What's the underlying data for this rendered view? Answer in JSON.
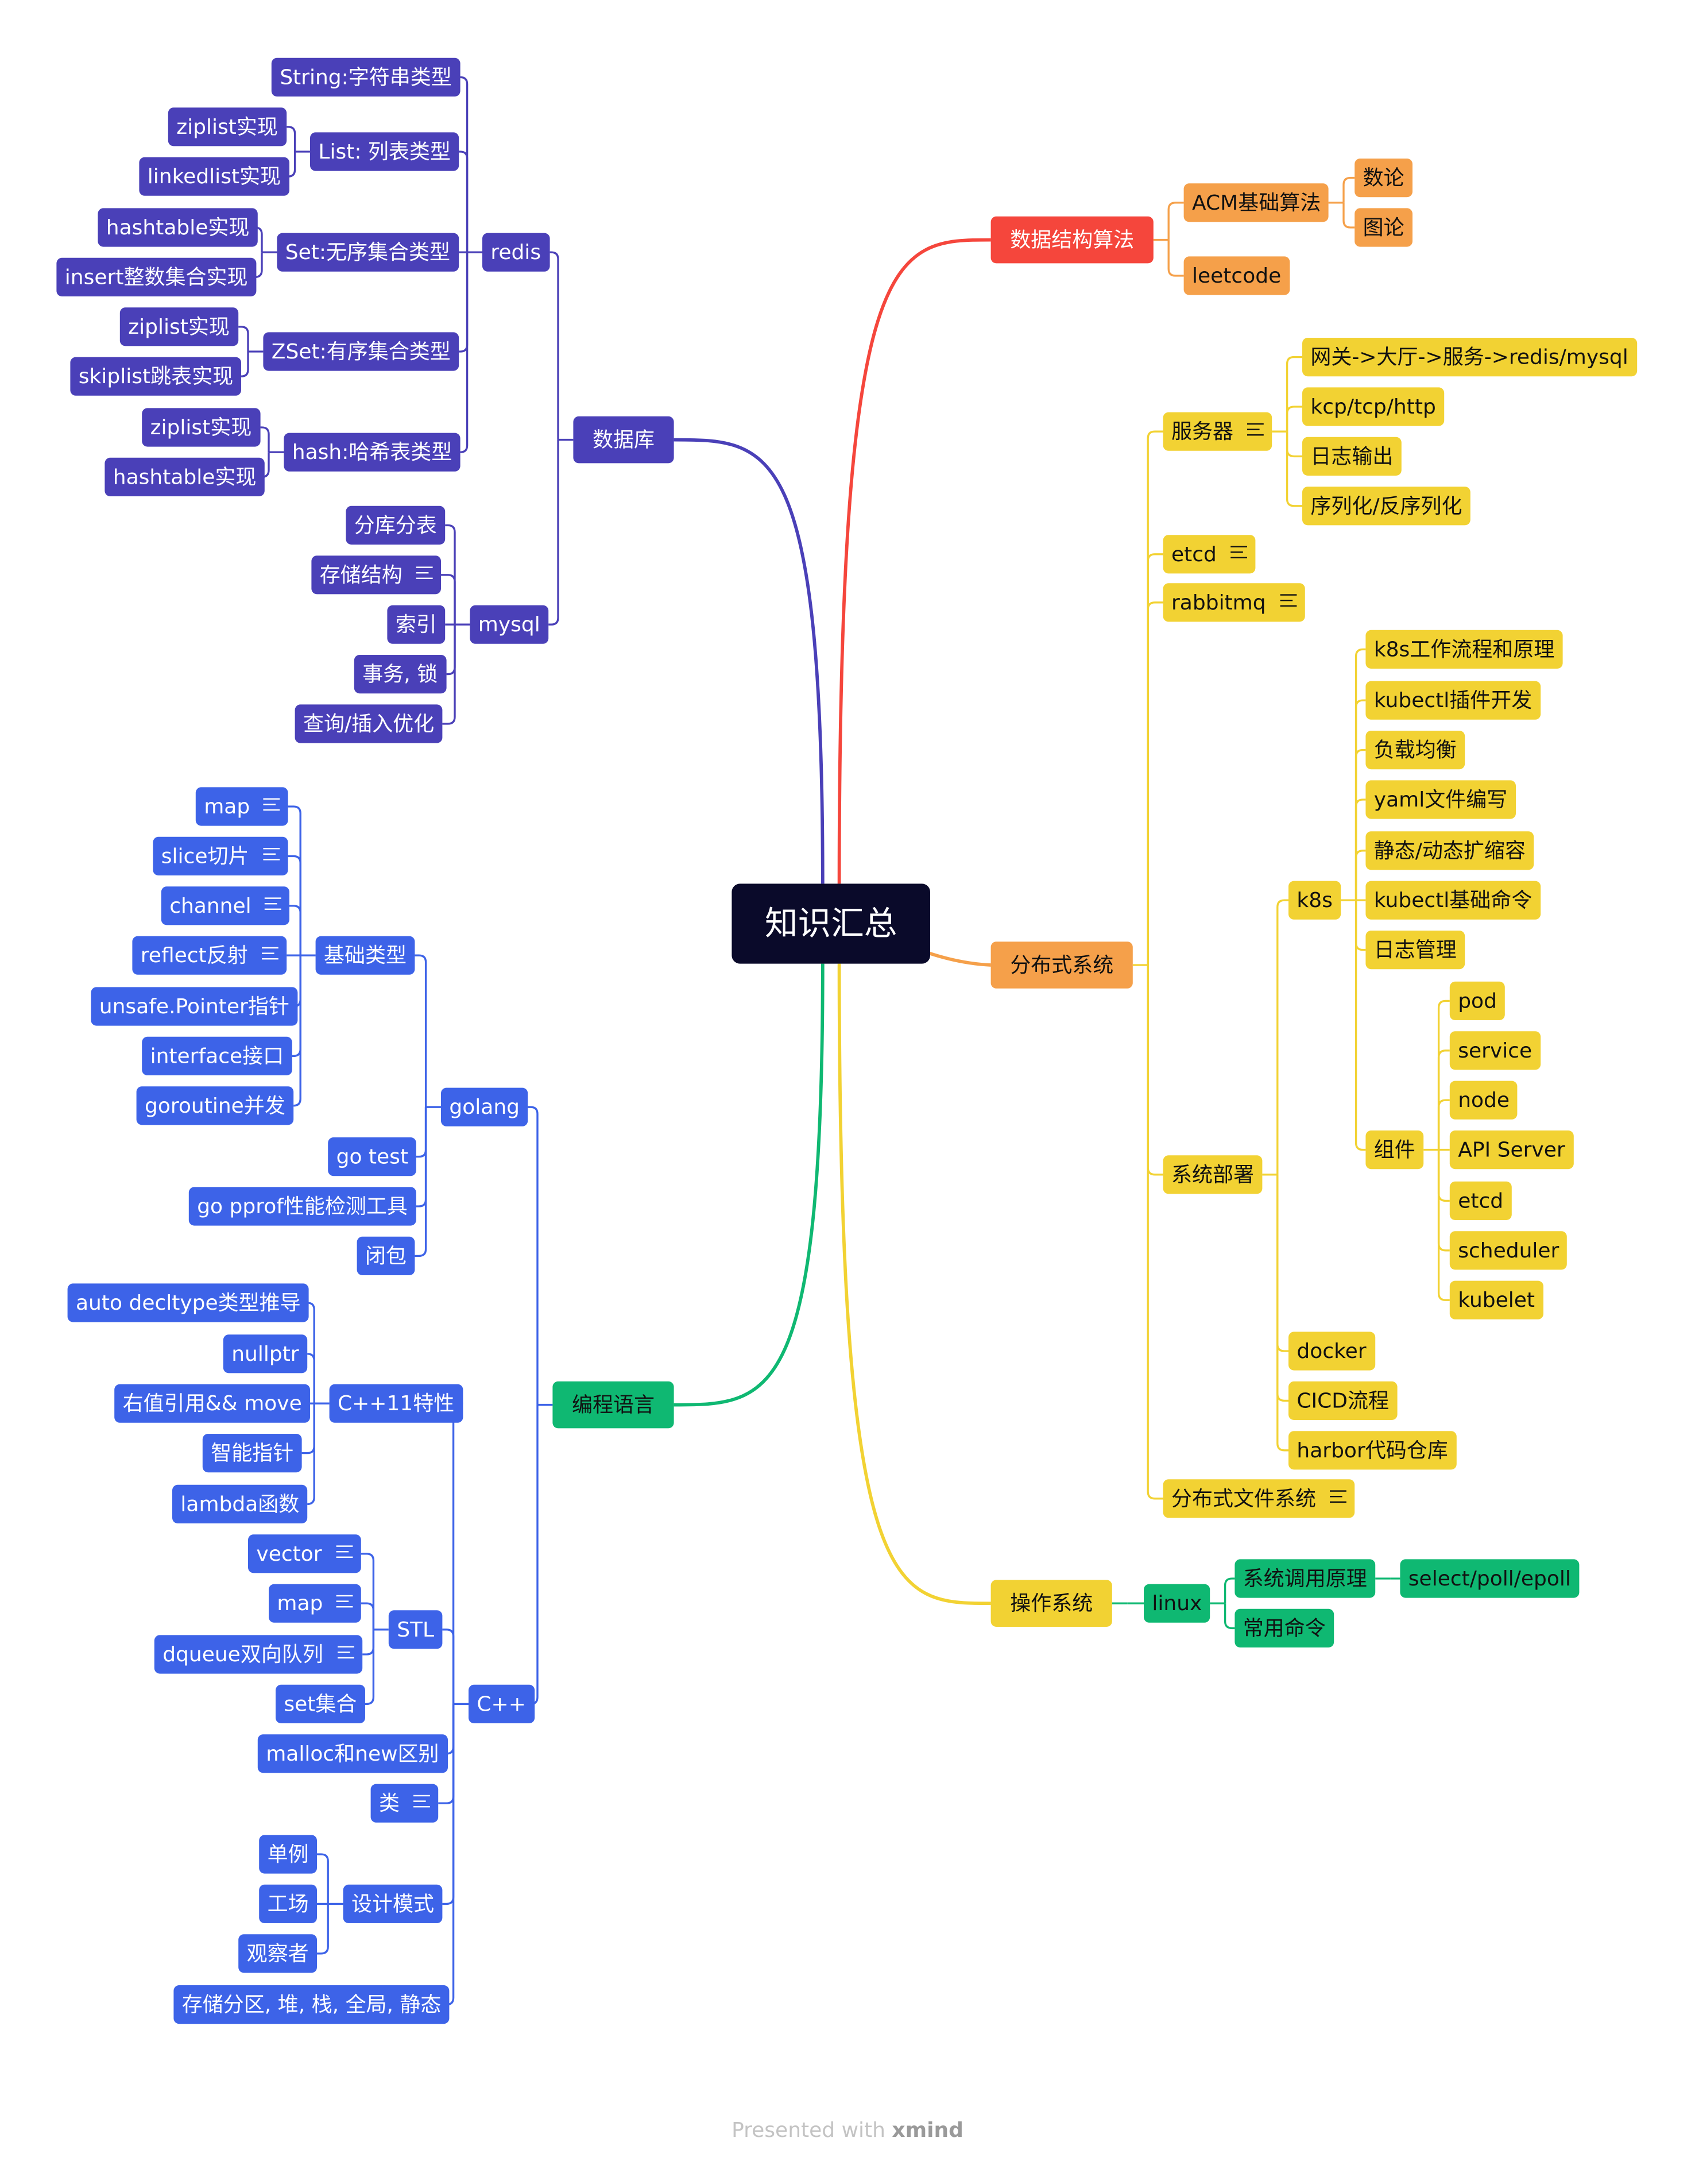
{
  "colors": {
    "database": "#4a40b8",
    "programming": "#3d63e8",
    "programming_main": "#0fb872",
    "algorithms": "#f5463c",
    "algorithms_children": "#f5a04a",
    "distributed": "#f5a04a",
    "distributed_children": "#f2d233",
    "os": "#f2d233",
    "os_children": "#0fb872",
    "root": "#0a0a2a"
  },
  "icons": {
    "note": "note-icon"
  },
  "footer": {
    "prefix": "Presented with ",
    "brand": "xmind"
  },
  "mindmap": {
    "root": {
      "label": "知识汇总"
    },
    "nodes": {
      "db": {
        "label": "数据库"
      },
      "redis": {
        "label": "redis"
      },
      "r_string": {
        "label": "String:字符串类型"
      },
      "r_list": {
        "label": "List: 列表类型"
      },
      "r_list_zip": {
        "label": "ziplist实现"
      },
      "r_list_linked": {
        "label": "linkedlist实现"
      },
      "r_set": {
        "label": "Set:无序集合类型"
      },
      "r_set_hash": {
        "label": "hashtable实现"
      },
      "r_set_int": {
        "label": "insert整数集合实现"
      },
      "r_zset": {
        "label": "ZSet:有序集合类型"
      },
      "r_zset_zip": {
        "label": "ziplist实现"
      },
      "r_zset_skip": {
        "label": "skiplist跳表实现"
      },
      "r_hash": {
        "label": "hash:哈希表类型"
      },
      "r_hash_zip": {
        "label": "ziplist实现"
      },
      "r_hash_table": {
        "label": "hashtable实现"
      },
      "mysql": {
        "label": "mysql"
      },
      "m_shard": {
        "label": "分库分表"
      },
      "m_storage": {
        "label": "存储结构"
      },
      "m_index": {
        "label": "索引"
      },
      "m_tx": {
        "label": "事务, 锁"
      },
      "m_query": {
        "label": "查询/插入优化"
      },
      "lang": {
        "label": "编程语言"
      },
      "golang": {
        "label": "golang"
      },
      "g_basic": {
        "label": "基础类型"
      },
      "g_map": {
        "label": "map"
      },
      "g_slice": {
        "label": "slice切片"
      },
      "g_channel": {
        "label": "channel"
      },
      "g_reflect": {
        "label": "reflect反射"
      },
      "g_unsafe": {
        "label": "unsafe.Pointer指针"
      },
      "g_iface": {
        "label": "interface接口"
      },
      "g_goroutine": {
        "label": "goroutine并发"
      },
      "g_test": {
        "label": "go test"
      },
      "g_pprof": {
        "label": "go pprof性能检测工具"
      },
      "g_closure": {
        "label": "闭包"
      },
      "cpp": {
        "label": "C++"
      },
      "c11": {
        "label": "C++11特性"
      },
      "c_auto": {
        "label": "auto decltype类型推导"
      },
      "c_nullptr": {
        "label": "nullptr"
      },
      "c_rvalue": {
        "label": "右值引用&& move"
      },
      "c_smart": {
        "label": "智能指针"
      },
      "c_lambda": {
        "label": "lambda函数"
      },
      "stl": {
        "label": "STL"
      },
      "s_vector": {
        "label": "vector"
      },
      "s_map": {
        "label": "map"
      },
      "s_deque": {
        "label": "dqueue双向队列"
      },
      "s_set": {
        "label": "set集合"
      },
      "c_malloc": {
        "label": "malloc和new区别"
      },
      "c_class": {
        "label": "类"
      },
      "c_design": {
        "label": "设计模式"
      },
      "d_single": {
        "label": "单例"
      },
      "d_factory": {
        "label": "工场"
      },
      "d_observer": {
        "label": "观察者"
      },
      "c_storage": {
        "label": "存储分区, 堆, 栈, 全局, 静态"
      },
      "algo": {
        "label": "数据结构算法"
      },
      "acm": {
        "label": "ACM基础算法"
      },
      "a_number": {
        "label": "数论"
      },
      "a_graph": {
        "label": "图论"
      },
      "leetcode": {
        "label": "leetcode"
      },
      "dist": {
        "label": "分布式系统"
      },
      "server": {
        "label": "服务器"
      },
      "sv_gateway": {
        "label": "网关->大厅->服务->redis/mysql"
      },
      "sv_kcp": {
        "label": "kcp/tcp/http"
      },
      "sv_log": {
        "label": "日志输出"
      },
      "sv_serial": {
        "label": "序列化/反序列化"
      },
      "etcd": {
        "label": "etcd"
      },
      "rabbitmq": {
        "label": "rabbitmq"
      },
      "deploy": {
        "label": "系统部署"
      },
      "k8s": {
        "label": "k8s"
      },
      "k_flow": {
        "label": "k8s工作流程和原理"
      },
      "k_plugin": {
        "label": "kubectl插件开发"
      },
      "k_lb": {
        "label": "负载均衡"
      },
      "k_yaml": {
        "label": "yaml文件编写"
      },
      "k_scale": {
        "label": "静态/动态扩缩容"
      },
      "k_cmd": {
        "label": "kubectl基础命令"
      },
      "k_log": {
        "label": "日志管理"
      },
      "k_comp": {
        "label": "组件"
      },
      "kc_pod": {
        "label": "pod"
      },
      "kc_service": {
        "label": "service"
      },
      "kc_node": {
        "label": "node"
      },
      "kc_api": {
        "label": "API Server"
      },
      "kc_etcd": {
        "label": "etcd"
      },
      "kc_sched": {
        "label": "scheduler"
      },
      "kc_kubelet": {
        "label": "kubelet"
      },
      "docker": {
        "label": "docker"
      },
      "cicd": {
        "label": "CICD流程"
      },
      "harbor": {
        "label": "harbor代码仓库"
      },
      "dfs": {
        "label": "分布式文件系统"
      },
      "os": {
        "label": "操作系统"
      },
      "linux": {
        "label": "linux"
      },
      "syscall": {
        "label": "系统调用原理"
      },
      "select": {
        "label": "select/poll/epoll"
      },
      "cmd": {
        "label": "常用命令"
      }
    }
  }
}
